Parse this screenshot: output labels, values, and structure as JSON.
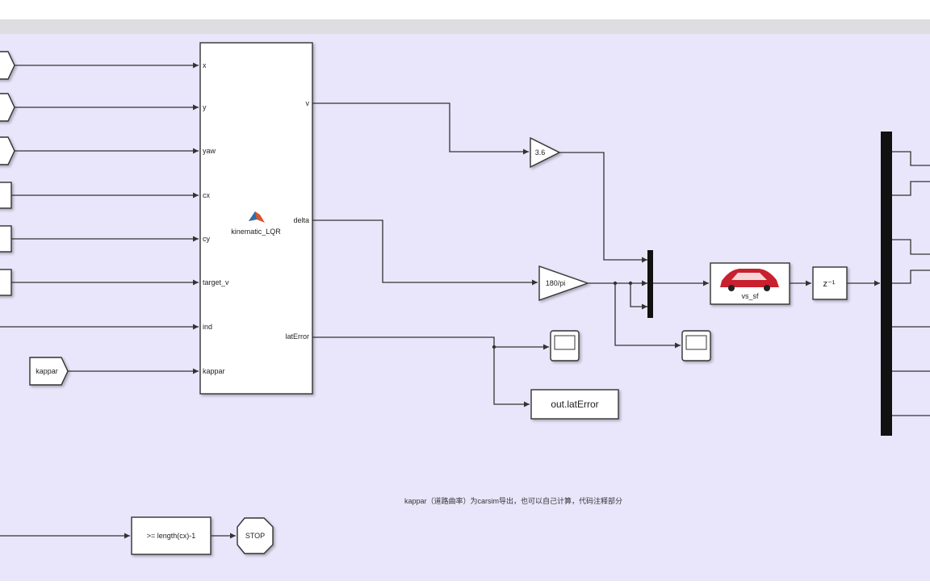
{
  "lqr_block": {
    "name": "kinematic_LQR",
    "inputs": [
      "x",
      "y",
      "yaw",
      "cx",
      "cy",
      "target_v",
      "ind",
      "kappar"
    ],
    "outputs": [
      "v",
      "delta",
      "latError"
    ]
  },
  "from_tags": {
    "kappar": "kappar"
  },
  "gains": {
    "speed": "3.6",
    "angle": "180/pi"
  },
  "vehicle_block": {
    "label": "vs_sf"
  },
  "delay_block": {
    "label": "z⁻¹"
  },
  "to_workspace": {
    "label": "out.latError"
  },
  "compare_block": {
    "label": ">= length(cx)-1"
  },
  "stop_block": {
    "label": "STOP"
  },
  "note": {
    "text": "kappar（道路曲率）为carsim导出，也可以自己计算，代码注释部分"
  },
  "colors": {
    "canvas": "#e9e6fb",
    "line": "#333333",
    "vehicle": "#c8202f",
    "bus": "#111111"
  }
}
